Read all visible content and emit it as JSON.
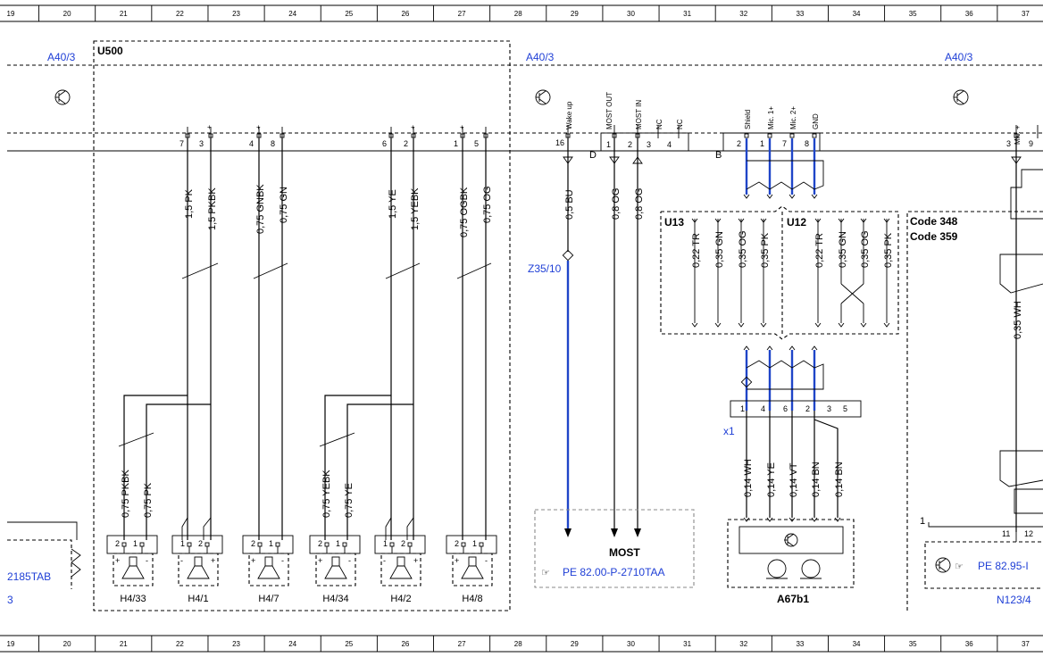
{
  "grid_columns": [
    "19",
    "20",
    "21",
    "22",
    "23",
    "24",
    "25",
    "26",
    "27",
    "28",
    "29",
    "30",
    "31",
    "32",
    "33",
    "34",
    "35",
    "36",
    "37"
  ],
  "refs": {
    "a40_left": "A40/3",
    "a40_mid": "A40/3",
    "a40_right": "A40/3",
    "u500": "U500",
    "z35": "Z35/10",
    "x1": "x1",
    "conn_d": "D",
    "conn_b": "B",
    "code_348": "Code 348",
    "code_359": "Code 359",
    "one": "1",
    "u13": "U13",
    "u12": "U12"
  },
  "left_edge": {
    "link": "2185TAB",
    "num": "3"
  },
  "pins_top": {
    "p7": "7",
    "p3": "3",
    "p4": "4",
    "p8": "8",
    "p6": "6",
    "p2": "2",
    "p1": "1",
    "p5": "5",
    "p16": "16",
    "pm1": "1",
    "pm2": "2",
    "pm3": "3",
    "pm4": "4",
    "pb2": "2",
    "pb1": "1",
    "pb7": "7",
    "pb8": "8",
    "pr3": "3",
    "pr9": "9"
  },
  "pin_names": {
    "wake": "Wake up",
    "most_out": "MOST OUT",
    "most_in": "MOST IN",
    "nc": "NC",
    "shield": "Shield",
    "mic1": "Mic. 1+",
    "mic2": "Mic. 2+",
    "gnd": "GND",
    "mic_r": "Mic. +"
  },
  "plus": "+",
  "minus": "-",
  "wires_top": [
    "1,5 PK",
    "1,5 PKBK",
    "0,75 GNBK",
    "0,75 GN",
    "1,5 YE",
    "1,5 YEBK",
    "0,75 OGBK",
    "0,75 OG",
    "0,5 BU",
    "0,8 OG",
    "0,8 OG"
  ],
  "wires_low": [
    "0,75 PKBK",
    "0,75 PK",
    "0,75 YEBK",
    "0,75 YE"
  ],
  "wires_u13": [
    "0,22 TR",
    "0,35 GN",
    "0,35 OG",
    "0,35 PK"
  ],
  "wires_u12": [
    "0,22 TR",
    "0,35 GN",
    "0,35 OG",
    "0,35 PK"
  ],
  "wire_right": "0,35 WH",
  "wires_mic": [
    "0,14 WH",
    "0,14 YE",
    "0,14 VT",
    "0,14 BN",
    "0,14 BN"
  ],
  "x1_pins": [
    "1",
    "4",
    "6",
    "2",
    "3",
    "5"
  ],
  "speakers": [
    {
      "name": "H4/33",
      "pa": "2",
      "pb": "1"
    },
    {
      "name": "H4/1",
      "pa": "1",
      "pb": "2"
    },
    {
      "name": "H4/7",
      "pa": "2",
      "pb": "1"
    },
    {
      "name": "H4/34",
      "pa": "2",
      "pb": "1"
    },
    {
      "name": "H4/2",
      "pa": "1",
      "pb": "2"
    },
    {
      "name": "H4/8",
      "pa": "2",
      "pb": "1"
    }
  ],
  "most_box": {
    "title": "MOST",
    "ref": "PE 82.00-P-2710TAA"
  },
  "mic_box": {
    "name": "A67b1"
  },
  "n123": {
    "ref": "PE 82.95-I",
    "name": "N123/4",
    "p11": "11",
    "p12": "12"
  }
}
